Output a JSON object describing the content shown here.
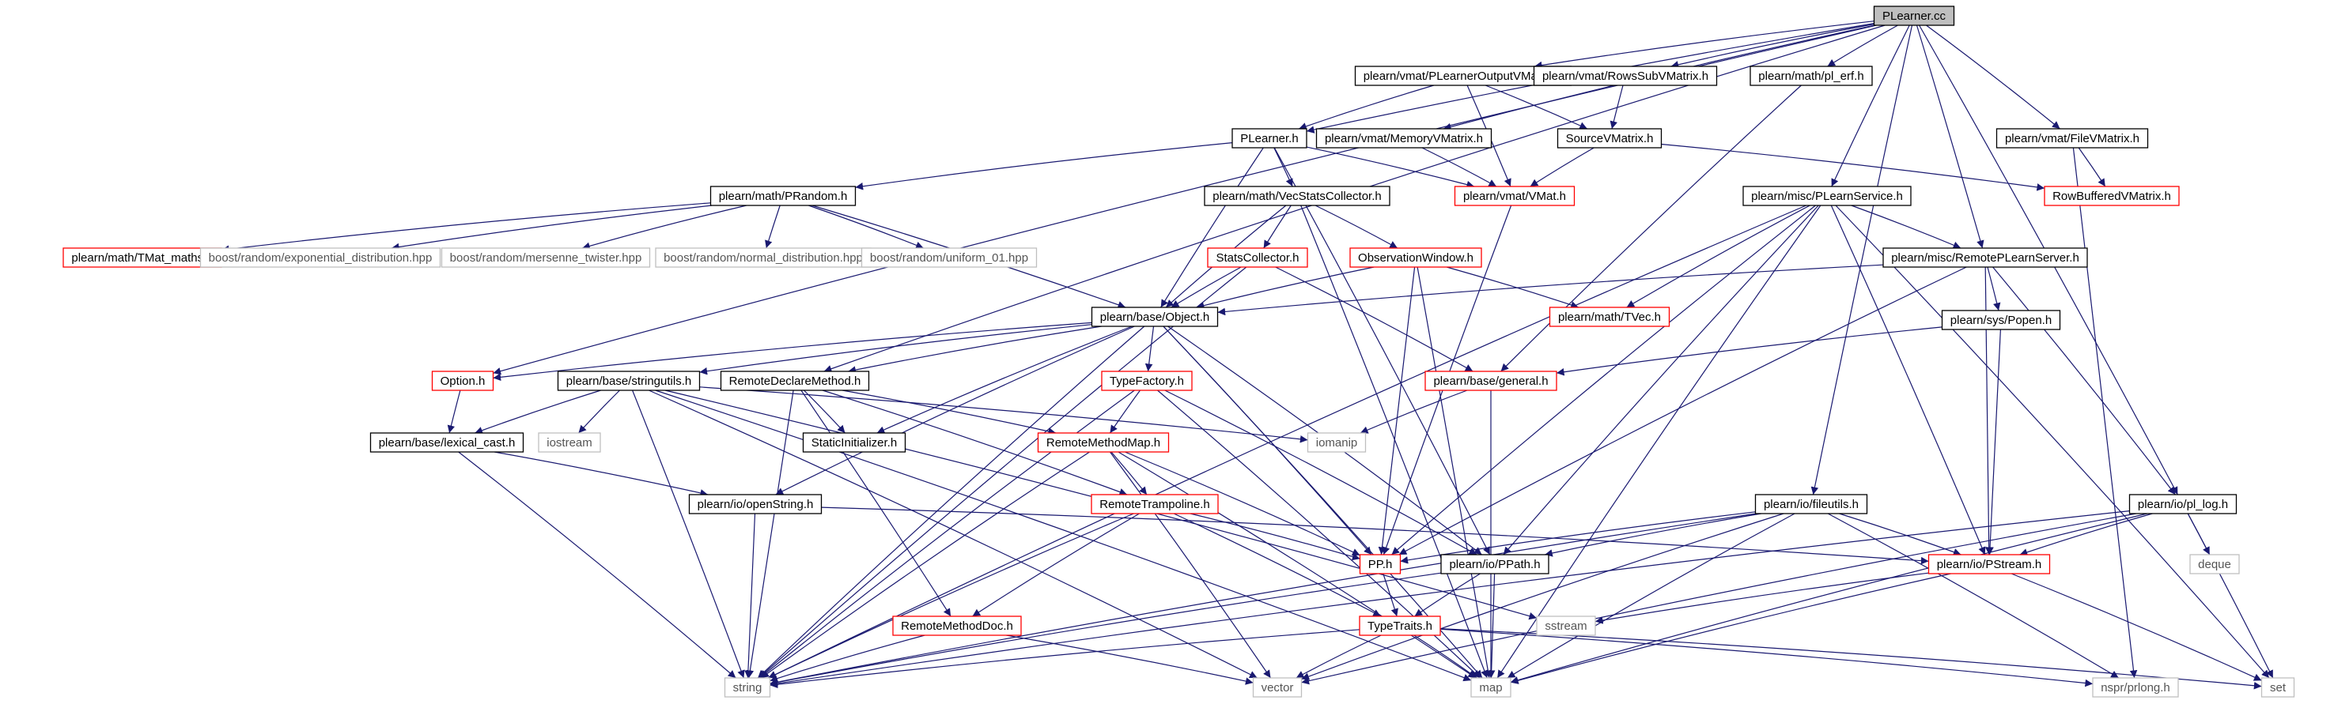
{
  "colors": {
    "edge": "#191970",
    "box_black": "#000000",
    "box_red": "#ff0000",
    "box_gray": "#bfbfbf",
    "root_fill": "#bfbfbf"
  },
  "graph": {
    "root": "PLearner.cc",
    "nodes": [
      {
        "id": "root",
        "label": "PLearner.cc",
        "style": "root"
      },
      {
        "id": "plearneroutputvmatrix",
        "label": "plearn/vmat/PLearnerOutputVMatrix.h",
        "style": "black"
      },
      {
        "id": "rowssubvmatrix",
        "label": "plearn/vmat/RowsSubVMatrix.h",
        "style": "black"
      },
      {
        "id": "pl_erf",
        "label": "plearn/math/pl_erf.h",
        "style": "black"
      },
      {
        "id": "plearner_h",
        "label": "PLearner.h",
        "style": "black"
      },
      {
        "id": "memoryvmatrix",
        "label": "plearn/vmat/MemoryVMatrix.h",
        "style": "black"
      },
      {
        "id": "sourcevmatrix",
        "label": "SourceVMatrix.h",
        "style": "black"
      },
      {
        "id": "filevmatrix",
        "label": "plearn/vmat/FileVMatrix.h",
        "style": "black"
      },
      {
        "id": "vmat",
        "label": "plearn/vmat/VMat.h",
        "style": "red"
      },
      {
        "id": "rowbufferedvmatrix",
        "label": "RowBufferedVMatrix.h",
        "style": "red"
      },
      {
        "id": "prandom",
        "label": "plearn/math/PRandom.h",
        "style": "black"
      },
      {
        "id": "vecstatscollector",
        "label": "plearn/math/VecStatsCollector.h",
        "style": "black"
      },
      {
        "id": "plearnservice",
        "label": "plearn/misc/PLearnService.h",
        "style": "black"
      },
      {
        "id": "remoteplearnserver",
        "label": "plearn/misc/RemotePLearnServer.h",
        "style": "black"
      },
      {
        "id": "tmat_maths",
        "label": "plearn/math/TMat_maths.h",
        "style": "red"
      },
      {
        "id": "exp_dist",
        "label": "boost/random/exponential_distribution.hpp",
        "style": "gray"
      },
      {
        "id": "mersenne",
        "label": "boost/random/mersenne_twister.hpp",
        "style": "gray"
      },
      {
        "id": "normal_dist",
        "label": "boost/random/normal_distribution.hpp",
        "style": "gray"
      },
      {
        "id": "uniform01",
        "label": "boost/random/uniform_01.hpp",
        "style": "gray"
      },
      {
        "id": "statscollector",
        "label": "StatsCollector.h",
        "style": "red"
      },
      {
        "id": "observationwindow",
        "label": "ObservationWindow.h",
        "style": "red"
      },
      {
        "id": "tvec",
        "label": "plearn/math/TVec.h",
        "style": "red"
      },
      {
        "id": "popen",
        "label": "plearn/sys/Popen.h",
        "style": "black"
      },
      {
        "id": "object",
        "label": "plearn/base/Object.h",
        "style": "black"
      },
      {
        "id": "option",
        "label": "Option.h",
        "style": "red"
      },
      {
        "id": "stringutils",
        "label": "plearn/base/stringutils.h",
        "style": "black"
      },
      {
        "id": "remotedeclaremethod",
        "label": "RemoteDeclareMethod.h",
        "style": "black"
      },
      {
        "id": "typefactory",
        "label": "TypeFactory.h",
        "style": "red"
      },
      {
        "id": "general",
        "label": "plearn/base/general.h",
        "style": "red"
      },
      {
        "id": "lexical_cast",
        "label": "plearn/base/lexical_cast.h",
        "style": "black"
      },
      {
        "id": "iostream",
        "label": "iostream",
        "style": "gray"
      },
      {
        "id": "staticinitializer",
        "label": "StaticInitializer.h",
        "style": "black"
      },
      {
        "id": "remotemethodmap",
        "label": "RemoteMethodMap.h",
        "style": "red"
      },
      {
        "id": "iomanip",
        "label": "iomanip",
        "style": "gray"
      },
      {
        "id": "openstring",
        "label": "plearn/io/openString.h",
        "style": "black"
      },
      {
        "id": "remotetrampoline",
        "label": "RemoteTrampoline.h",
        "style": "red"
      },
      {
        "id": "fileutils",
        "label": "plearn/io/fileutils.h",
        "style": "black"
      },
      {
        "id": "pl_log",
        "label": "plearn/io/pl_log.h",
        "style": "black"
      },
      {
        "id": "pp",
        "label": "PP.h",
        "style": "red"
      },
      {
        "id": "ppath",
        "label": "plearn/io/PPath.h",
        "style": "black"
      },
      {
        "id": "pstream",
        "label": "plearn/io/PStream.h",
        "style": "red"
      },
      {
        "id": "deque",
        "label": "deque",
        "style": "gray"
      },
      {
        "id": "remotemethoddoc",
        "label": "RemoteMethodDoc.h",
        "style": "red"
      },
      {
        "id": "typetraits",
        "label": "TypeTraits.h",
        "style": "red"
      },
      {
        "id": "sstream",
        "label": "sstream",
        "style": "gray"
      },
      {
        "id": "string",
        "label": "string",
        "style": "gray"
      },
      {
        "id": "vector",
        "label": "vector",
        "style": "gray"
      },
      {
        "id": "map",
        "label": "map",
        "style": "gray"
      },
      {
        "id": "nspr_prlong",
        "label": "nspr/prlong.h",
        "style": "gray"
      },
      {
        "id": "set",
        "label": "set",
        "style": "gray"
      }
    ],
    "edges": [
      [
        "root",
        "plearneroutputvmatrix"
      ],
      [
        "root",
        "rowssubvmatrix"
      ],
      [
        "root",
        "pl_erf"
      ],
      [
        "root",
        "plearner_h"
      ],
      [
        "root",
        "memoryvmatrix"
      ],
      [
        "root",
        "filevmatrix"
      ],
      [
        "root",
        "plearnservice"
      ],
      [
        "root",
        "remoteplearnserver"
      ],
      [
        "root",
        "option"
      ],
      [
        "root",
        "remotedeclaremethod"
      ],
      [
        "root",
        "fileutils"
      ],
      [
        "root",
        "pl_log"
      ],
      [
        "plearneroutputvmatrix",
        "plearner_h"
      ],
      [
        "plearneroutputvmatrix",
        "sourcevmatrix"
      ],
      [
        "plearneroutputvmatrix",
        "vmat"
      ],
      [
        "rowssubvmatrix",
        "sourcevmatrix"
      ],
      [
        "pl_erf",
        "general"
      ],
      [
        "memoryvmatrix",
        "vmat"
      ],
      [
        "sourcevmatrix",
        "vmat"
      ],
      [
        "sourcevmatrix",
        "rowbufferedvmatrix"
      ],
      [
        "filevmatrix",
        "rowbufferedvmatrix"
      ],
      [
        "filevmatrix",
        "nspr_prlong"
      ],
      [
        "plearner_h",
        "prandom"
      ],
      [
        "plearner_h",
        "vecstatscollector"
      ],
      [
        "plearner_h",
        "vmat"
      ],
      [
        "plearner_h",
        "object"
      ],
      [
        "plearner_h",
        "ppath"
      ],
      [
        "vmat",
        "pp"
      ],
      [
        "prandom",
        "tmat_maths"
      ],
      [
        "prandom",
        "exp_dist"
      ],
      [
        "prandom",
        "mersenne"
      ],
      [
        "prandom",
        "normal_dist"
      ],
      [
        "prandom",
        "uniform01"
      ],
      [
        "prandom",
        "object"
      ],
      [
        "vecstatscollector",
        "statscollector"
      ],
      [
        "vecstatscollector",
        "observationwindow"
      ],
      [
        "vecstatscollector",
        "object"
      ],
      [
        "vecstatscollector",
        "map"
      ],
      [
        "plearnservice",
        "remoteplearnserver"
      ],
      [
        "plearnservice",
        "tvec"
      ],
      [
        "plearnservice",
        "string"
      ],
      [
        "plearnservice",
        "pp"
      ],
      [
        "plearnservice",
        "ppath"
      ],
      [
        "plearnservice",
        "pstream"
      ],
      [
        "plearnservice",
        "map"
      ],
      [
        "plearnservice",
        "set"
      ],
      [
        "remoteplearnserver",
        "object"
      ],
      [
        "remoteplearnserver",
        "popen"
      ],
      [
        "remoteplearnserver",
        "pp"
      ],
      [
        "remoteplearnserver",
        "pstream"
      ],
      [
        "remoteplearnserver",
        "pl_log"
      ],
      [
        "statscollector",
        "object"
      ],
      [
        "statscollector",
        "general"
      ],
      [
        "statscollector",
        "string"
      ],
      [
        "observationwindow",
        "object"
      ],
      [
        "observationwindow",
        "tvec"
      ],
      [
        "observationwindow",
        "pp"
      ],
      [
        "observationwindow",
        "map"
      ],
      [
        "popen",
        "general"
      ],
      [
        "popen",
        "pstream"
      ],
      [
        "object",
        "option"
      ],
      [
        "object",
        "stringutils"
      ],
      [
        "object",
        "remotedeclaremethod"
      ],
      [
        "object",
        "typefactory"
      ],
      [
        "object",
        "staticinitializer"
      ],
      [
        "object",
        "openstring"
      ],
      [
        "object",
        "pp"
      ],
      [
        "object",
        "ppath"
      ],
      [
        "object",
        "map"
      ],
      [
        "object",
        "string"
      ],
      [
        "option",
        "lexical_cast"
      ],
      [
        "stringutils",
        "lexical_cast"
      ],
      [
        "stringutils",
        "iostream"
      ],
      [
        "stringutils",
        "iomanip"
      ],
      [
        "stringutils",
        "string"
      ],
      [
        "stringutils",
        "vector"
      ],
      [
        "stringutils",
        "map"
      ],
      [
        "stringutils",
        "sstream"
      ],
      [
        "remotedeclaremethod",
        "staticinitializer"
      ],
      [
        "remotedeclaremethod",
        "remotemethodmap"
      ],
      [
        "remotedeclaremethod",
        "remotetrampoline"
      ],
      [
        "remotedeclaremethod",
        "remotemethoddoc"
      ],
      [
        "remotedeclaremethod",
        "string"
      ],
      [
        "typefactory",
        "remotemethodmap"
      ],
      [
        "typefactory",
        "ppath"
      ],
      [
        "typefactory",
        "string"
      ],
      [
        "typefactory",
        "map"
      ],
      [
        "general",
        "iomanip"
      ],
      [
        "general",
        "map"
      ],
      [
        "lexical_cast",
        "openstring"
      ],
      [
        "lexical_cast",
        "string"
      ],
      [
        "remotemethodmap",
        "remotetrampoline"
      ],
      [
        "remotemethodmap",
        "pp"
      ],
      [
        "remotemethodmap",
        "string"
      ],
      [
        "remotemethodmap",
        "vector"
      ],
      [
        "remotemethodmap",
        "map"
      ],
      [
        "openstring",
        "pstream"
      ],
      [
        "openstring",
        "string"
      ],
      [
        "remotetrampoline",
        "pp"
      ],
      [
        "remotetrampoline",
        "remotemethoddoc"
      ],
      [
        "remotetrampoline",
        "typetraits"
      ],
      [
        "remotetrampoline",
        "string"
      ],
      [
        "fileutils",
        "pp"
      ],
      [
        "fileutils",
        "ppath"
      ],
      [
        "fileutils",
        "pstream"
      ],
      [
        "fileutils",
        "string"
      ],
      [
        "fileutils",
        "vector"
      ],
      [
        "fileutils",
        "map"
      ],
      [
        "fileutils",
        "nspr_prlong"
      ],
      [
        "pl_log",
        "pstream"
      ],
      [
        "pl_log",
        "deque"
      ],
      [
        "pl_log",
        "string"
      ],
      [
        "pl_log",
        "vector"
      ],
      [
        "pl_log",
        "map"
      ],
      [
        "pl_log",
        "set"
      ],
      [
        "pp",
        "typetraits"
      ],
      [
        "ppath",
        "typetraits"
      ],
      [
        "ppath",
        "string"
      ],
      [
        "ppath",
        "map"
      ],
      [
        "pstream",
        "sstream"
      ],
      [
        "pstream",
        "map"
      ],
      [
        "pstream",
        "set"
      ],
      [
        "remotemethoddoc",
        "string"
      ],
      [
        "remotemethoddoc",
        "vector"
      ],
      [
        "typetraits",
        "string"
      ],
      [
        "typetraits",
        "vector"
      ],
      [
        "typetraits",
        "map"
      ],
      [
        "typetraits",
        "set"
      ],
      [
        "typetraits",
        "nspr_prlong"
      ]
    ]
  }
}
